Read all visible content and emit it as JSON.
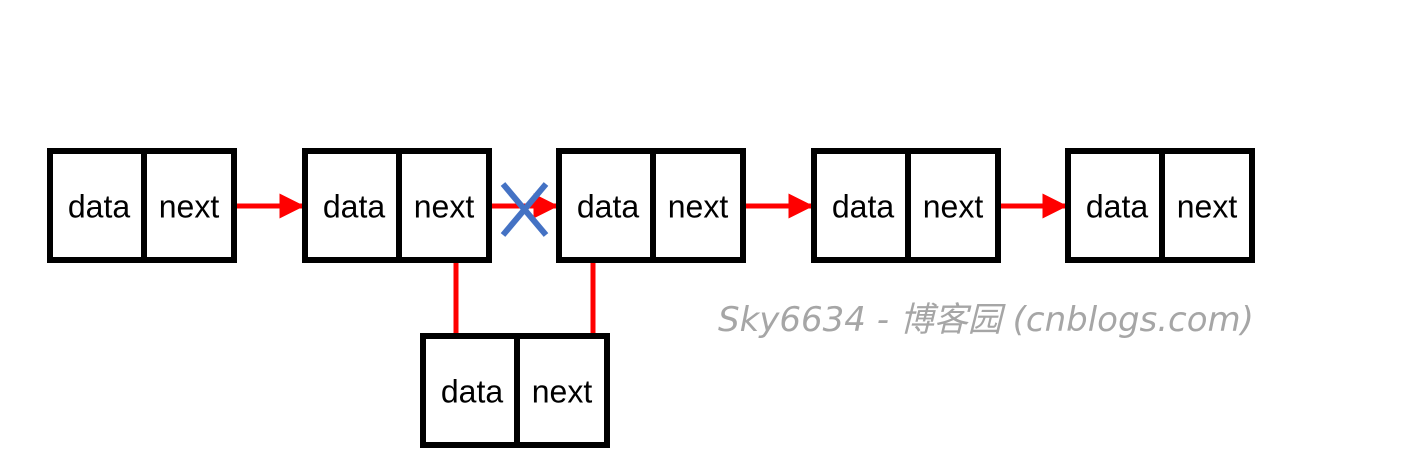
{
  "colors": {
    "box_stroke": "#000000",
    "arrow": "#ff0000",
    "cross": "#4472c4",
    "watermark": "#a6a6a6"
  },
  "nodes": [
    {
      "id": "node-1",
      "data_label": "data",
      "next_label": "next"
    },
    {
      "id": "node-2",
      "data_label": "data",
      "next_label": "next"
    },
    {
      "id": "node-3",
      "data_label": "data",
      "next_label": "next"
    },
    {
      "id": "node-4",
      "data_label": "data",
      "next_label": "next"
    },
    {
      "id": "node-5",
      "data_label": "data",
      "next_label": "next"
    },
    {
      "id": "new-node",
      "data_label": "data",
      "next_label": "next"
    }
  ],
  "links": [
    {
      "from": "node-1",
      "to": "node-2",
      "removed": false
    },
    {
      "from": "node-2",
      "to": "node-3",
      "removed": true
    },
    {
      "from": "node-3",
      "to": "node-4",
      "removed": false
    },
    {
      "from": "node-4",
      "to": "node-5",
      "removed": false
    },
    {
      "from": "node-2",
      "to": "new-node",
      "removed": false
    },
    {
      "from": "new-node",
      "to": "node-3",
      "removed": false
    }
  ],
  "removed_link_icon": "cross-icon",
  "watermark": {
    "text": "Sky6634 - 博客园 (cnblogs.com)"
  }
}
